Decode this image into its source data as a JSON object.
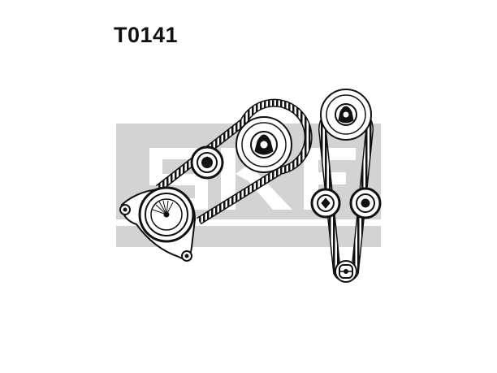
{
  "part_code": "T0141",
  "watermark_icon": "skf-logo-watermark",
  "colors": {
    "ink": "#111111",
    "watermark": "#d3d3d3",
    "background": "#ffffff"
  },
  "components": [
    {
      "name": "timing-belt-left",
      "icon": "toothed-belt"
    },
    {
      "name": "timing-belt-right",
      "icon": "toothed-belt"
    },
    {
      "name": "crankshaft-tensioner",
      "icon": "tensioner-pulley"
    },
    {
      "name": "idler-pulley-left",
      "icon": "idler-pulley"
    },
    {
      "name": "camshaft-sprocket-left",
      "icon": "toothed-sprocket"
    },
    {
      "name": "camshaft-sprocket-right",
      "icon": "toothed-sprocket"
    },
    {
      "name": "idler-pulley-right-a",
      "icon": "idler-pulley"
    },
    {
      "name": "idler-pulley-right-b",
      "icon": "idler-pulley"
    },
    {
      "name": "lower-tensioner-right",
      "icon": "slotted-tensioner"
    }
  ]
}
